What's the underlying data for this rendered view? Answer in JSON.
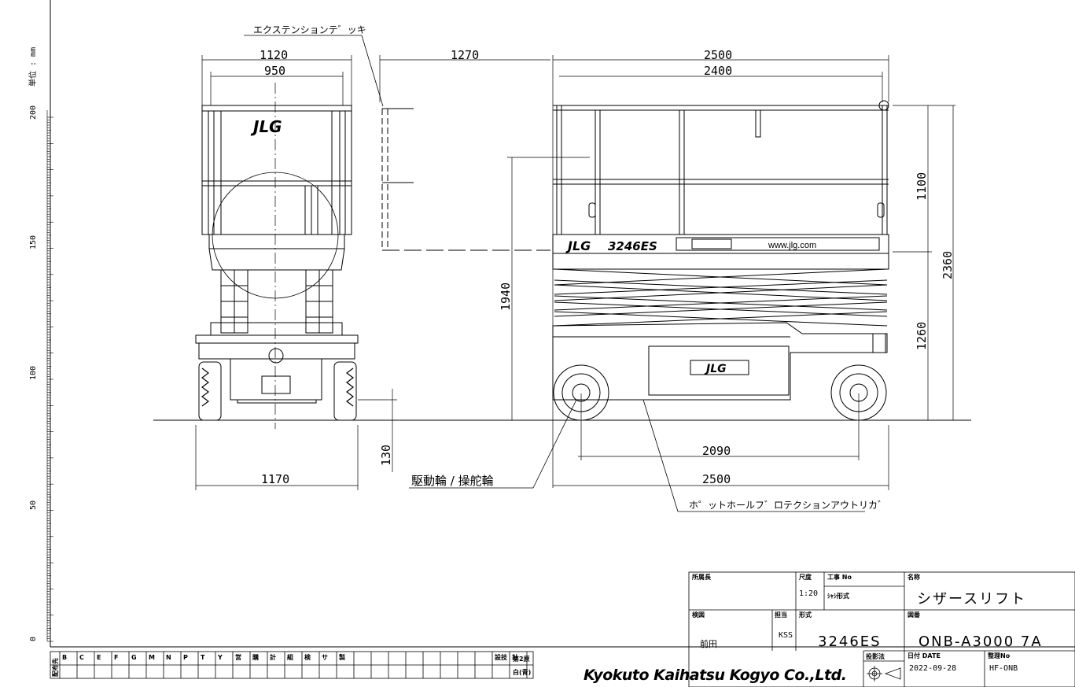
{
  "unit_label": "単位 : mm",
  "scale_ticks": [
    "200",
    "150",
    "100",
    "50",
    "0"
  ],
  "callouts": {
    "extension_deck": "エクステンションテ゛ッキ",
    "drive_wheel": "駆動輪 / 操舵輪",
    "pothole": "ホ゜ットホールフ゛ロテクションアウトリカ゛"
  },
  "dimensions": {
    "front_top_width": "1120",
    "front_inner_width": "950",
    "front_bottom_width": "1170",
    "deck_extension": "1270",
    "side_top_length": "2500",
    "side_inner_length": "2400",
    "guardrail_height": "1100",
    "total_height": "2360",
    "platform_height": "1940",
    "stowed_height": "1260",
    "ground_clearance": "130",
    "wheelbase": "2090",
    "side_bottom_length": "2500"
  },
  "machine_labels": {
    "brand": "JLG",
    "model": "3246ES",
    "url": "www.jlg.com"
  },
  "title_block": {
    "dept_head_label": "所属長",
    "scale_label": "尺度",
    "scale_value": "1:20",
    "work_no_label": "工事 No",
    "chassis_label": "ｼｬｼ形式",
    "name_label": "名称",
    "name_value": "シザースリフト",
    "inspect_label": "検図",
    "inspector": "前田",
    "charge_label": "担当",
    "charge_value": "KSS",
    "model_label": "形式",
    "model_value": "3246ES",
    "drawing_no_label": "図番",
    "drawing_no": "ONB-A3000 7A",
    "projection_label": "投影法",
    "date_label": "日付 DATE",
    "date_value": "2022-09-28",
    "ref_no_label": "整理No",
    "ref_no_value": "HF-ONB",
    "company": "Kyokuto Kaihatsu Kogyo Co.,Ltd."
  },
  "distribution": {
    "label": "配布先",
    "columns": [
      "B",
      "C",
      "E",
      "F",
      "G",
      "M",
      "N",
      "P",
      "T",
      "Y",
      "営",
      "購",
      "計",
      "組",
      "検",
      "サ",
      "製",
      "",
      "",
      "",
      "",
      "",
      "",
      "",
      "",
      "設技",
      "計"
    ],
    "sheet_label": "第2原",
    "color_label": "白(青)"
  }
}
